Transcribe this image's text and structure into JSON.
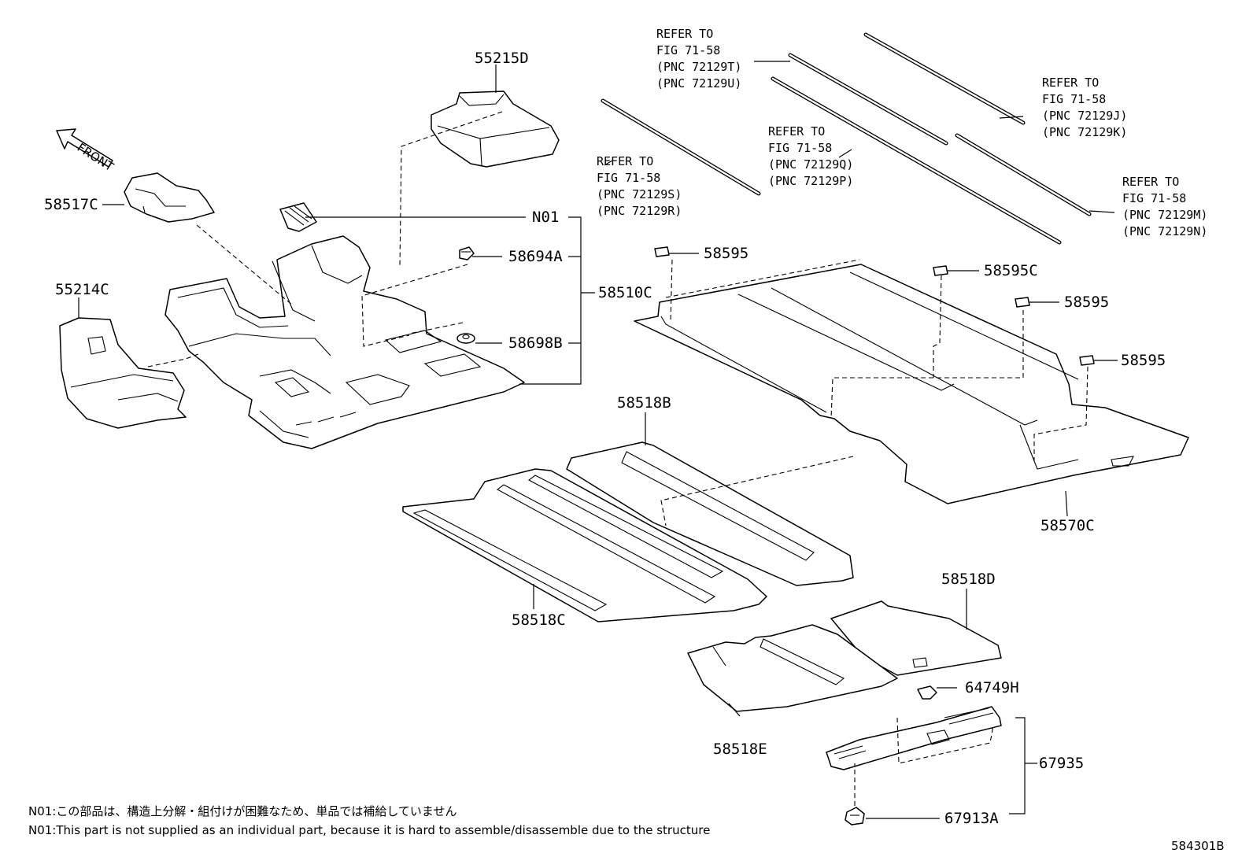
{
  "diagram": {
    "front_label": "FRONT",
    "figure_number": "584301B",
    "callouts": {
      "c55215D": "55215D",
      "c58517C": "58517C",
      "c55214C": "55214C",
      "cN01": "N01",
      "c58694A": "58694A",
      "c58510C": "58510C",
      "c58698B": "58698B",
      "c58595_1": "58595",
      "c58595C": "58595C",
      "c58595_2": "58595",
      "c58595_3": "58595",
      "c58570C": "58570C",
      "c58518B": "58518B",
      "c58518C": "58518C",
      "c58518D": "58518D",
      "c58518E": "58518E",
      "c64749H": "64749H",
      "c67935": "67935",
      "c67913A": "67913A"
    },
    "refer_notes": {
      "TU": [
        "REFER TO",
        "FIG 71-58",
        "(PNC 72129T)",
        "(PNC 72129U)"
      ],
      "SR": [
        "REFER TO",
        "FIG 71-58",
        "(PNC 72129S)",
        "(PNC 72129R)"
      ],
      "QP": [
        "REFER TO",
        "FIG 71-58",
        "(PNC 72129Q)",
        "(PNC 72129P)"
      ],
      "JK": [
        "REFER TO",
        "FIG 71-58",
        "(PNC 72129J)",
        "(PNC 72129K)"
      ],
      "MN": [
        "REFER TO",
        "FIG 71-58",
        "(PNC 72129M)",
        "(PNC 72129N)"
      ]
    },
    "footnotes": {
      "jp": "N01:この部品は、構造上分解・組付けが困難なため、単品では補給していません",
      "en": "N01:This part is not supplied as an individual part, because it is hard to assemble/disassemble due to the structure"
    }
  }
}
